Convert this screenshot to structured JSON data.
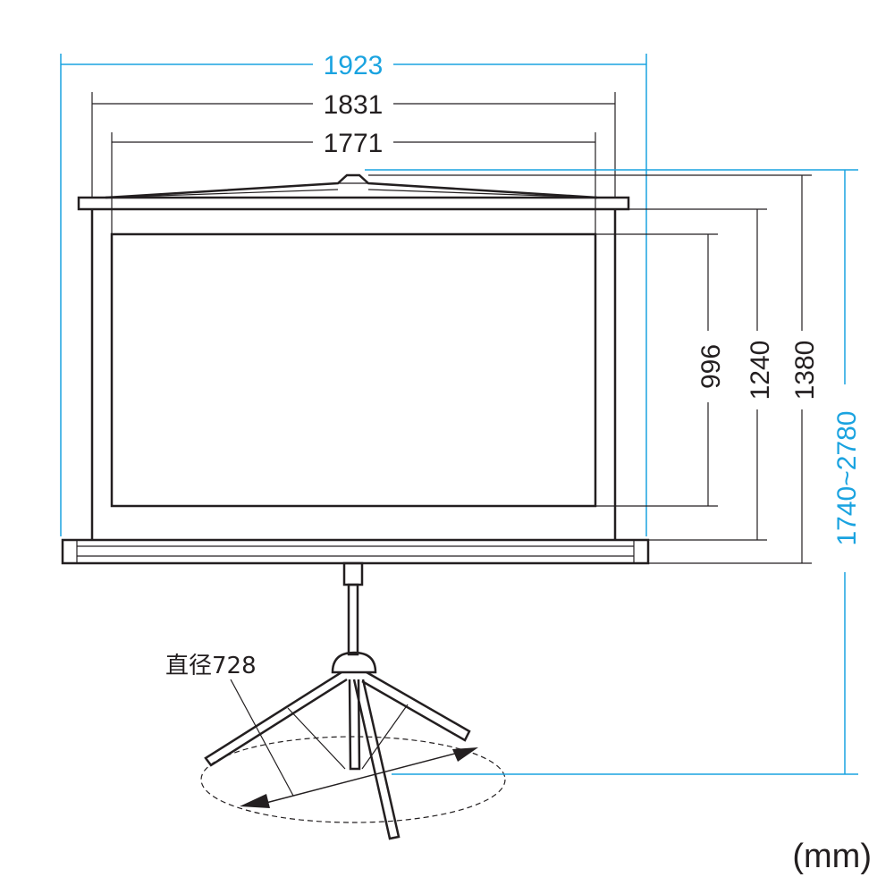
{
  "dimensions": {
    "overall_width": "1923",
    "frame_width": "1831",
    "screen_width": "1771",
    "screen_height": "996",
    "case_height": "1240",
    "frame_height": "1380",
    "total_height_range": "1740~2780",
    "tripod_diameter": "直径728"
  },
  "unit_label": "(mm)",
  "colors": {
    "line": "#231f20",
    "accent_dimension": "#1aa3e0",
    "background": "#ffffff"
  }
}
